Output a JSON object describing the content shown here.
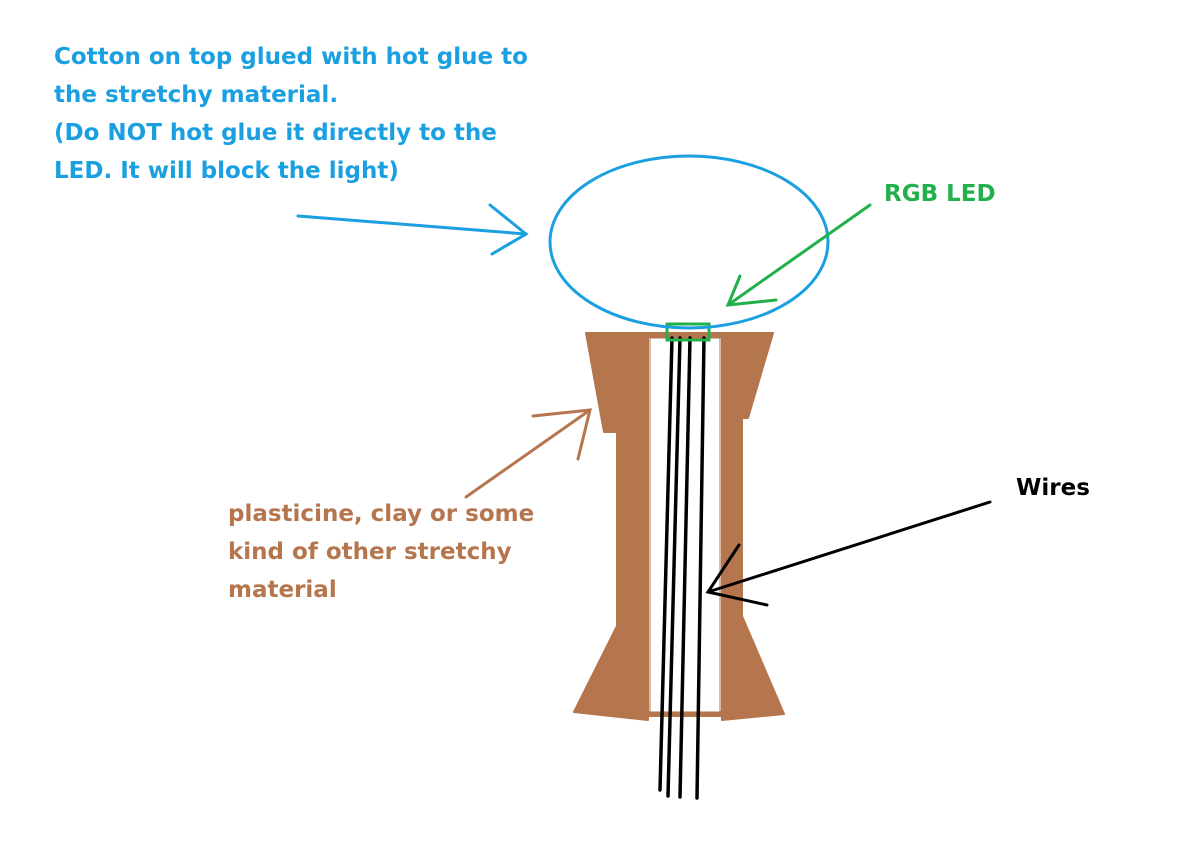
{
  "labels": {
    "cotton": {
      "lines": [
        "Cotton on top glued with hot glue to",
        "the stretchy material.",
        "(Do NOT hot glue it directly to the",
        "LED. It will block the light)"
      ]
    },
    "led": "RGB LED",
    "wires": "Wires",
    "material": {
      "lines": [
        "plasticine, clay or some",
        "kind of other stretchy",
        "material"
      ]
    }
  },
  "colors": {
    "cotton": "#1aa0e0",
    "led": "#22b04b",
    "wires": "#000000",
    "material": "#b5764e"
  }
}
